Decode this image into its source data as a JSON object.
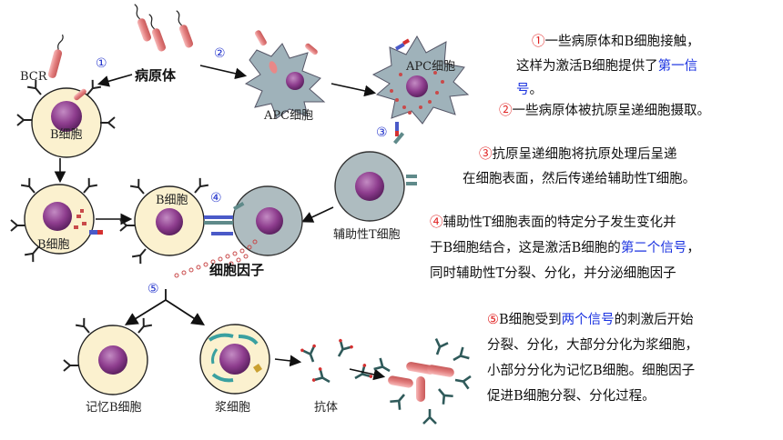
{
  "labels": {
    "pathogen": "病原体",
    "bcr": "BCR",
    "b_cell": "B细胞",
    "apc_cell": "APC细胞",
    "helper_t": "辅助性T细胞",
    "cytokine": "细胞因子",
    "memory_b": "记忆B细胞",
    "plasma": "浆细胞",
    "antibody": "抗体"
  },
  "steps": [
    "①",
    "②",
    "③",
    "④",
    "⑤"
  ],
  "notes": {
    "n1_num": "①",
    "n1_a": "一些病原体和B细胞接触，",
    "n1_b": "这样为激活B细胞提供了",
    "n1_b_hl": "第一信",
    "n1_c_hl": "号",
    "n1_c": "。",
    "n2_num": "②",
    "n2": "一些病原体被抗原呈递细胞摄取。",
    "n3_num": "③",
    "n3_a": "抗原呈递细胞将抗原处理后呈递",
    "n3_b": "在细胞表面，然后传递给辅助性T细胞。",
    "n4_num": "④",
    "n4_a": "辅助性T细胞表面的特定分子发生变化并",
    "n4_b": "于B细胞结合，这是激活B细胞的",
    "n4_b_hl": "第二个信号",
    "n4_b_end": "，",
    "n4_c": "同时辅助性T分裂、分化，并分泌细胞因子",
    "n5_num": "⑤",
    "n5_a": "B细胞受到",
    "n5_a_hl": "两个信号",
    "n5_a_end": "的刺激后开始",
    "n5_b": "分裂、分化，大部分分化为浆细胞，",
    "n5_c": "小部分分化为记忆B细胞。细胞因子",
    "n5_d": "促进B细胞分裂、分化过程。"
  },
  "colors": {
    "b_cell_fill": "#fbf1cf",
    "nucleus": "#8e3d8e",
    "apc_fill": "#9fb2ba",
    "t_cell_fill": "#aebcc0",
    "pathogen": "#e88888",
    "highlight": "#1a32e0",
    "number": "#e02020"
  }
}
